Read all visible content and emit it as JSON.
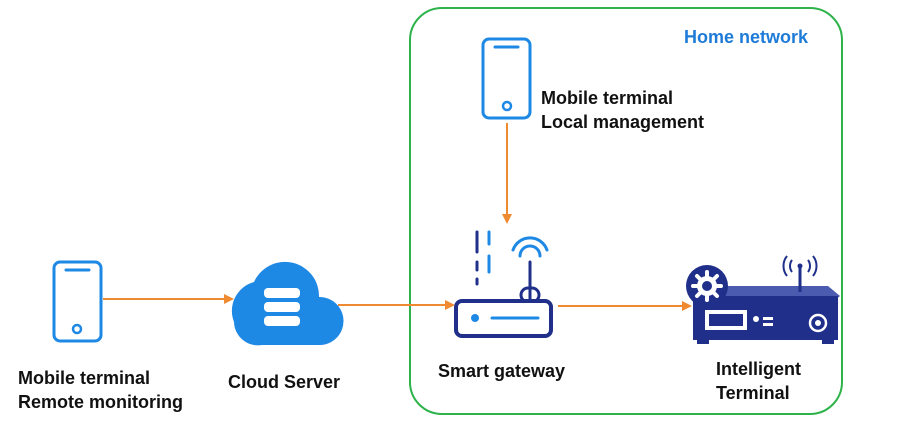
{
  "home_network": {
    "title": "Home network",
    "border_color": "#2db34a",
    "title_color": "#1e7bd8"
  },
  "nodes": {
    "remote_mobile": {
      "line1": "Mobile terminal",
      "line2": "Remote monitoring",
      "icon": "smartphone-icon"
    },
    "cloud_server": {
      "label": "Cloud Server",
      "icon": "cloud-server-icon"
    },
    "local_mobile": {
      "line1": "Mobile terminal",
      "line2": "Local management",
      "icon": "smartphone-icon"
    },
    "smart_gateway": {
      "label": "Smart gateway",
      "icon": "router-icon"
    },
    "intelligent_terminal": {
      "line1": "Intelligent",
      "line2": "Terminal",
      "icon": "intelligent-terminal-icon"
    }
  },
  "colors": {
    "arrow": "#f08a30",
    "icon_blue": "#1e88e5",
    "device_navy": "#1f2f8a"
  }
}
